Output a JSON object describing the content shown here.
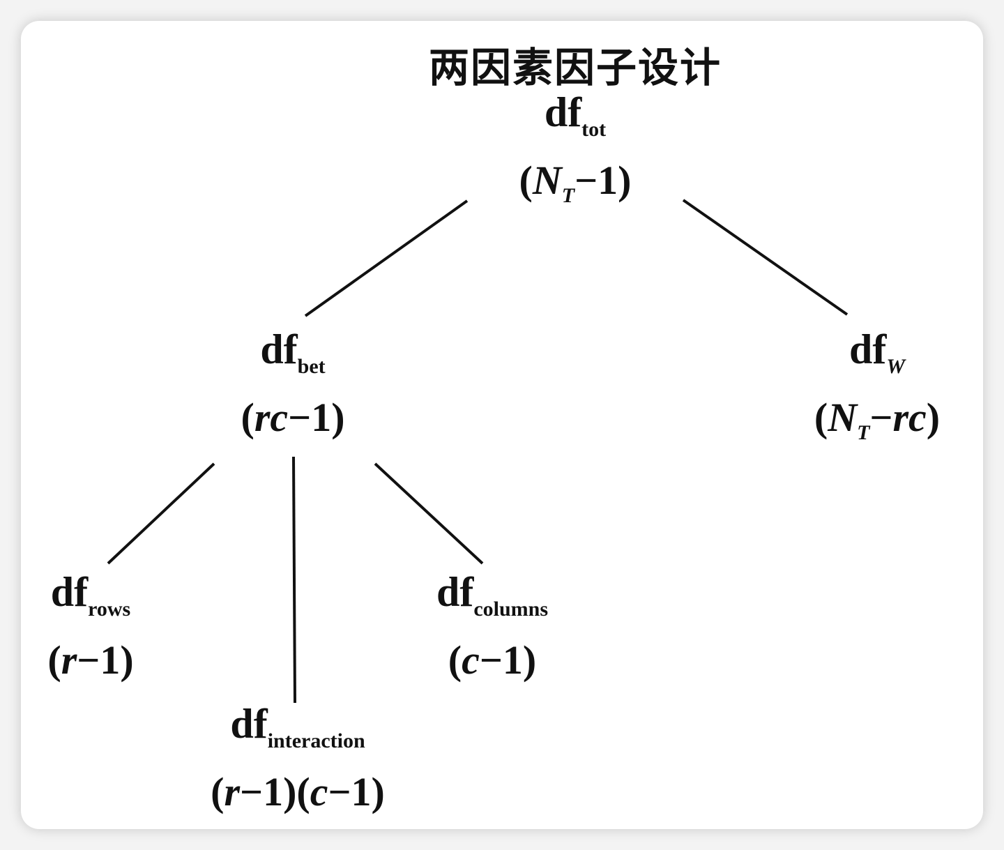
{
  "title": "两因素因子设计",
  "nodes": {
    "tot": {
      "label": "df",
      "sub": "tot",
      "formula": [
        {
          "t": "("
        },
        {
          "t": "N",
          "i": true
        },
        {
          "t": "T",
          "s": true
        },
        {
          "t": "−1)"
        }
      ]
    },
    "bet": {
      "label": "df",
      "sub": "bet",
      "formula": [
        {
          "t": "("
        },
        {
          "t": "rc",
          "i": true
        },
        {
          "t": "−1)"
        }
      ]
    },
    "w": {
      "label": "df",
      "sub": "W",
      "formula": [
        {
          "t": "("
        },
        {
          "t": "N",
          "i": true
        },
        {
          "t": "T",
          "s": true
        },
        {
          "t": "−"
        },
        {
          "t": "rc",
          "i": true
        },
        {
          "t": ")"
        }
      ]
    },
    "rows": {
      "label": "df",
      "sub": "rows",
      "formula": [
        {
          "t": "("
        },
        {
          "t": "r",
          "i": true
        },
        {
          "t": "−1)"
        }
      ]
    },
    "columns": {
      "label": "df",
      "sub": "columns",
      "formula": [
        {
          "t": "("
        },
        {
          "t": "c",
          "i": true
        },
        {
          "t": "−1)"
        }
      ]
    },
    "interaction": {
      "label": "df",
      "sub": "interaction",
      "formula": [
        {
          "t": "("
        },
        {
          "t": "r",
          "i": true
        },
        {
          "t": "−1)("
        },
        {
          "t": "c",
          "i": true
        },
        {
          "t": "−1)"
        }
      ]
    }
  }
}
